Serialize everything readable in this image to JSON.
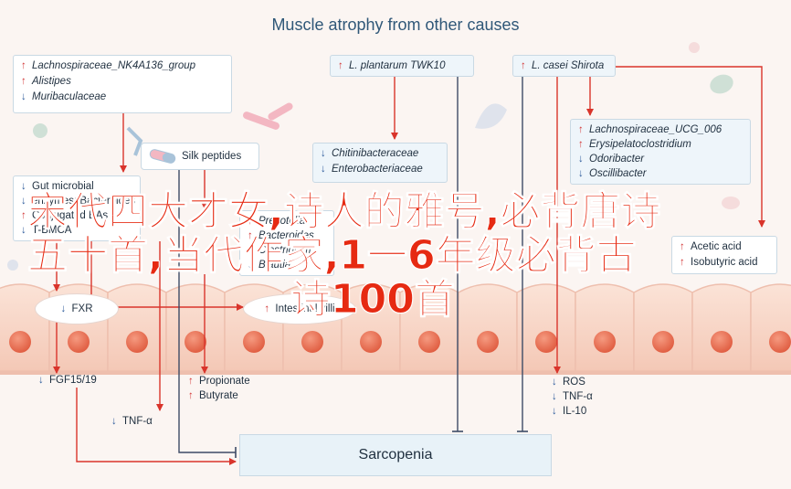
{
  "title": "Muscle atrophy from other causes",
  "colors": {
    "increase": "#d43b3b",
    "decrease": "#2f5d9c",
    "arrow_red": "#d9342b",
    "arrow_dark": "#3d4b66",
    "overlay": "#e62a12"
  },
  "boxes": {
    "microbiota_top": [
      {
        "dir": "up",
        "text": "Lachnospiraceae_NK4A136_group"
      },
      {
        "dir": "up",
        "text": "Alistipes"
      },
      {
        "dir": "down",
        "text": "Muribaculaceae"
      }
    ],
    "plantarum": [
      {
        "dir": "up",
        "text": "L. plantarum TWK10"
      }
    ],
    "casei": [
      {
        "dir": "up",
        "text": "L. casei Shirota"
      }
    ],
    "silk": {
      "text": "Silk peptides"
    },
    "chitin": [
      {
        "dir": "down",
        "text": "Chitinibacteraceae"
      },
      {
        "dir": "down",
        "text": "Enterobacteriaceae"
      }
    ],
    "lachno_right": [
      {
        "dir": "up",
        "text": "Lachnospiraceae_UCG_006"
      },
      {
        "dir": "up",
        "text": "Erysipelatoclostridium"
      },
      {
        "dir": "down",
        "text": "Odoribacter"
      },
      {
        "dir": "down",
        "text": "Oscillibacter"
      }
    ],
    "gut_left": [
      {
        "dir": "down",
        "text": "Gut microbial"
      },
      {
        "dir": "down",
        "text": "enzymes; Bacteroides"
      },
      {
        "dir": "up",
        "text": "Conjugated BAs"
      },
      {
        "dir": "down",
        "text": "T-BMCA"
      }
    ],
    "prevotella": [
      {
        "dir": "up",
        "text": "Prevotella"
      },
      {
        "dir": "up",
        "text": "Bacteroides"
      },
      {
        "dir": "down",
        "text": "Clostridium"
      },
      {
        "dir": "down",
        "text": "Blautia"
      }
    ],
    "acids": [
      {
        "dir": "up",
        "text": "Acetic acid"
      },
      {
        "dir": "up",
        "text": "Isobutyric acid"
      }
    ]
  },
  "ovals": {
    "fxr": {
      "dir": "down",
      "text": "FXR"
    },
    "intestinal": {
      "dir": "up",
      "text": "Intestinal villi"
    }
  },
  "plain_labels": {
    "fgf": {
      "dir": "down",
      "text": "FGF15/19"
    },
    "tnf_left": {
      "dir": "down",
      "text": "TNF-α"
    },
    "propionate": [
      {
        "dir": "up",
        "text": "Propionate"
      },
      {
        "dir": "up",
        "text": "Butyrate"
      }
    ],
    "ros": [
      {
        "dir": "down",
        "text": "ROS"
      },
      {
        "dir": "down",
        "text": "TNF-α"
      },
      {
        "dir": "down",
        "text": "IL-10"
      }
    ]
  },
  "outcome": {
    "text": "Sarcopenia"
  },
  "overlay_text": {
    "line1": "宋代四大才女,诗人的雅号,必背唐诗",
    "line2": "五十首,当代作家,1一6年级必背古",
    "line3": "诗100首"
  }
}
